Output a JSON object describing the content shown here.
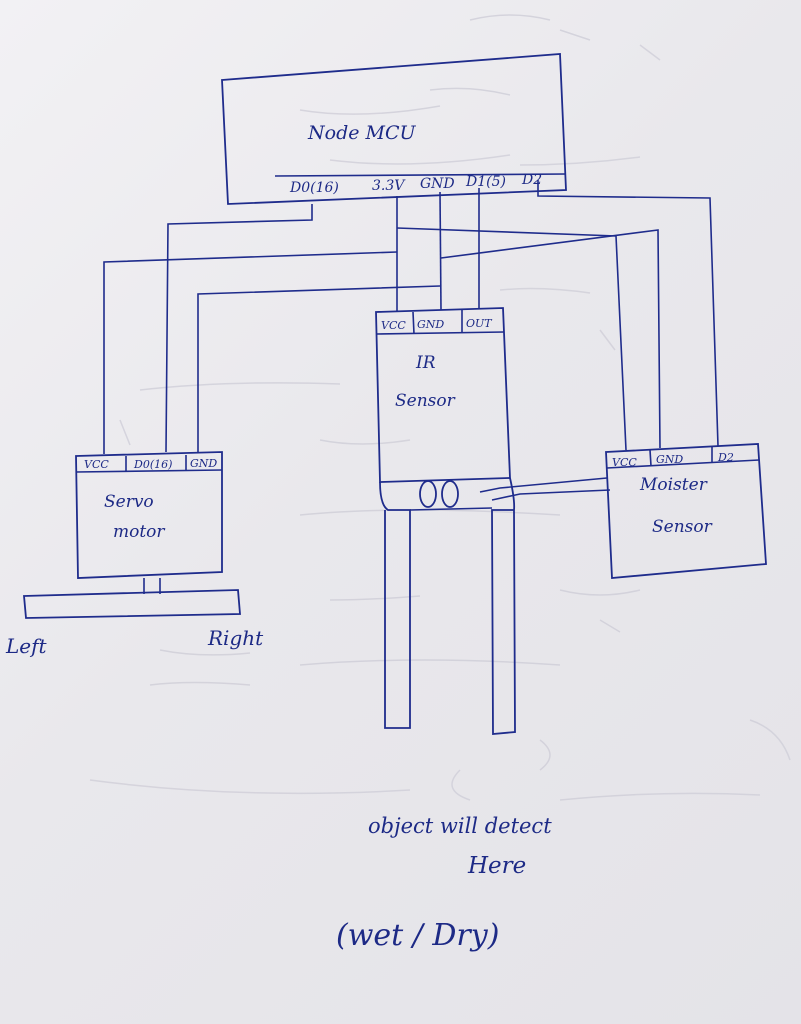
{
  "diagram": {
    "ink_color": "#1f2c8c",
    "paper_color": "#eceaee",
    "nodemcu": {
      "title": "Node MCU",
      "pins": [
        "D0(16)",
        "3.3V",
        "GND",
        "D1(5)",
        "D2"
      ]
    },
    "ir_sensor": {
      "title_line1": "IR",
      "title_line2": "Sensor",
      "pins": [
        "VCC",
        "GND",
        "OUT"
      ]
    },
    "servo": {
      "title_line1": "Servo",
      "title_line2": "motor",
      "pins": [
        "VCC",
        "D0(16)",
        "GND"
      ]
    },
    "moisture": {
      "title_line1": "Moister",
      "title_line2": "Sensor",
      "pins": [
        "VCC",
        "GND",
        "D2"
      ]
    },
    "arm_labels": {
      "left": "Left",
      "right": "Right"
    },
    "caption": {
      "line1": "object will detect",
      "line2": "Here",
      "line3": "(wet / Dry)"
    }
  }
}
